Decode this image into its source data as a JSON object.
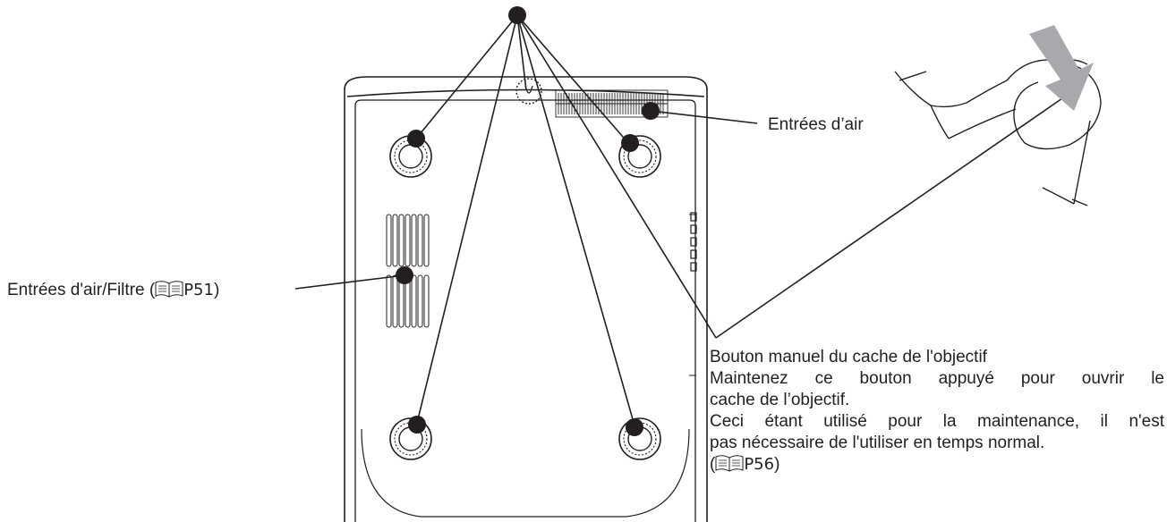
{
  "labels": {
    "air_intakes": "Entrées d’air",
    "air_intakes_filter": "Entrées d'air/Filtre (",
    "air_intakes_filter_ref": "P51",
    "air_intakes_filter_close": ")"
  },
  "lens_cover_button": {
    "title": "Bouton manuel du cache de l'objectif",
    "line1": "Maintenez ce bouton appuyé pour ouvrir le",
    "line2": "cache de l’objectif.",
    "line3": "Ceci étant utilisé pour la maintenance, il n'est",
    "line4": "pas nécessaire de l'utiliser en temps normal.",
    "ref_open": "(",
    "ref": "P56",
    "ref_close": ")"
  },
  "icons": [
    "book-reference-icon",
    "push-arrow-icon",
    "hand-icon"
  ],
  "colors": {
    "ink": "#231f20",
    "arrow": "#a7a9ac",
    "background": "#ffffff"
  }
}
